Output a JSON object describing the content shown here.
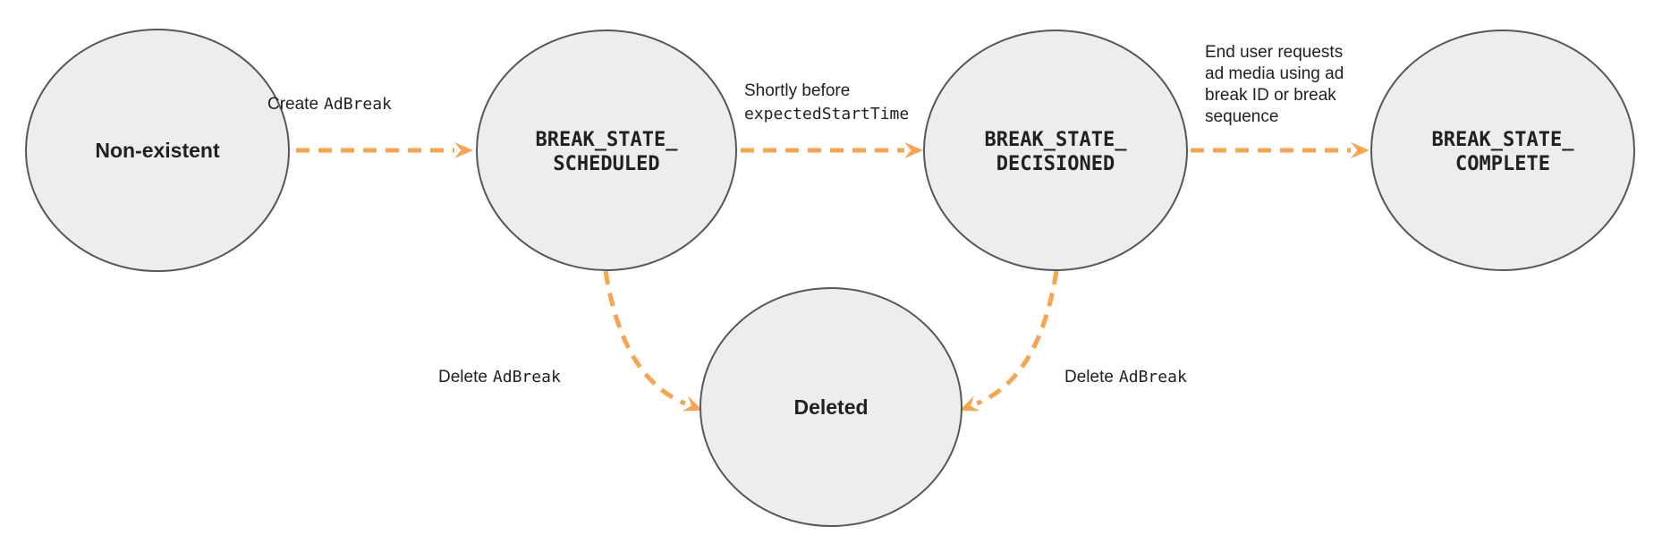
{
  "colors": {
    "orange": "#f8a44e",
    "node_fill": "#ededee",
    "node_border": "#55585a",
    "ink": "#202124",
    "bg": "#ffffff"
  },
  "nodes": {
    "non_existent": {
      "label": "Non-existent"
    },
    "scheduled": {
      "line1": "BREAK_STATE_",
      "line2": "SCHEDULED"
    },
    "decisioned": {
      "line1": "BREAK_STATE_",
      "line2": "DECISIONED"
    },
    "complete": {
      "line1": "BREAK_STATE_",
      "line2": "COMPLETE"
    },
    "deleted": {
      "label": "Deleted"
    }
  },
  "edges": {
    "create": {
      "plain": "Create",
      "code": "AdBreak"
    },
    "decision": {
      "line1_plain": "Shortly before",
      "line2_code": "expectedStartTime"
    },
    "complete": {
      "lines": [
        "End user requests",
        "ad media using ad",
        "break ID or break",
        "sequence"
      ]
    },
    "delete_left": {
      "plain": "Delete",
      "code": "AdBreak"
    },
    "delete_right": {
      "plain": "Delete",
      "code": "AdBreak"
    }
  }
}
